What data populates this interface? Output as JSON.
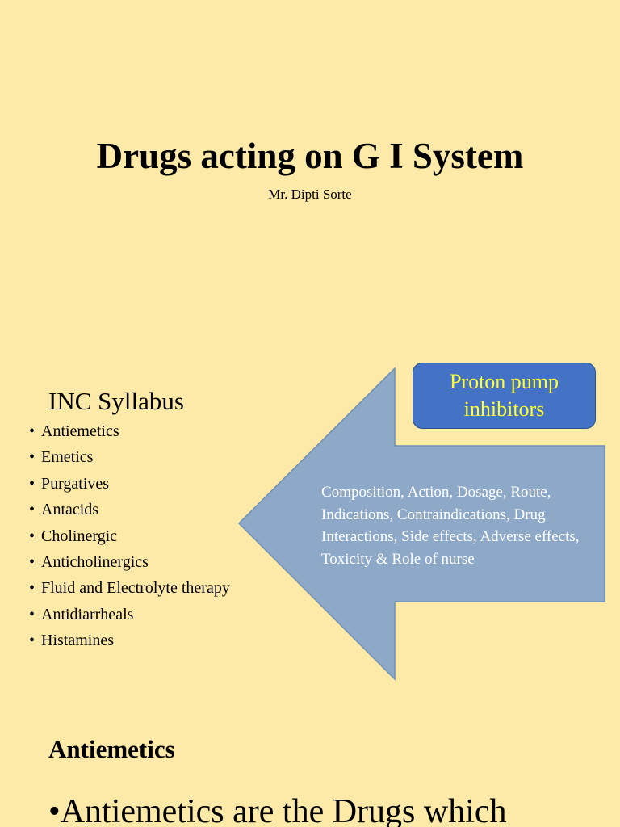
{
  "title": "Drugs acting on G I System",
  "author": "Mr. Dipti Sorte",
  "syllabus": {
    "heading": "INC Syllabus",
    "items": [
      "Antiemetics",
      "Emetics",
      "Purgatives",
      "Antacids",
      "Cholinergic",
      "Anticholinergics",
      "Fluid and Electrolyte therapy",
      "Antidiarrheals",
      "Histamines"
    ]
  },
  "arrow": {
    "text": "Composition, Action, Dosage, Route, Indications, Contraindications, Drug Interactions, Side effects, Adverse effects, Toxicity & Role of nurse",
    "fill_color": "#8ea9c8"
  },
  "callout": {
    "label": "Proton pump inhibitors",
    "fill_color": "#4472c4",
    "text_color": "#ffff33"
  },
  "section": {
    "heading": "Antiemetics",
    "body": "•Antiemetics are the Drugs which"
  },
  "colors": {
    "background": "#fde9a8"
  }
}
